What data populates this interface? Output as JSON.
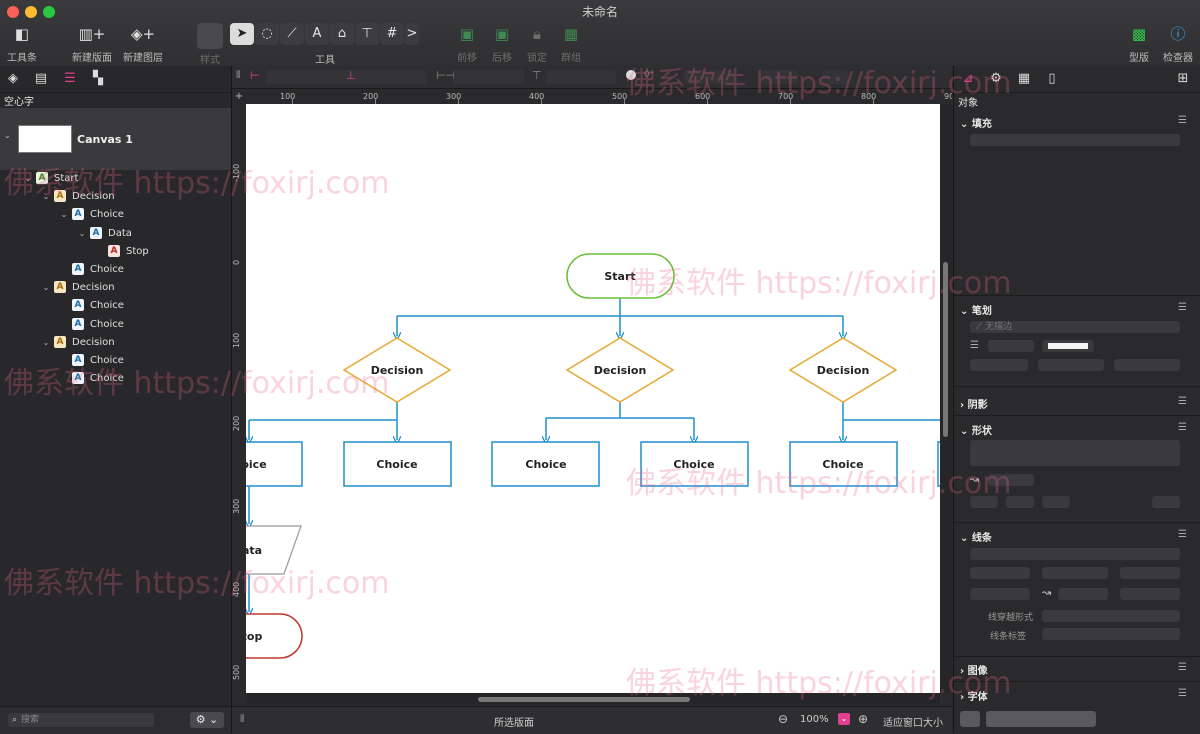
{
  "window": {
    "title": "未命名"
  },
  "toolbar": {
    "items": [
      {
        "label": "工具条",
        "icon": "toolbar-icon"
      },
      {
        "label": "新建版面",
        "icon": "new-canvas-icon"
      },
      {
        "label": "新建图层",
        "icon": "new-layer-icon"
      },
      {
        "label": "样式",
        "icon": "style-icon"
      },
      {
        "label": "工具",
        "icon": "tools-icon"
      },
      {
        "label": "前移",
        "icon": "bring-forward-icon"
      },
      {
        "label": "后移",
        "icon": "send-backward-icon"
      },
      {
        "label": "锁定",
        "icon": "lock-icon"
      },
      {
        "label": "群组",
        "icon": "group-icon"
      },
      {
        "label": "型版",
        "icon": "stencils-icon"
      },
      {
        "label": "检查器",
        "icon": "inspector-icon"
      }
    ],
    "tools": [
      "➤",
      "◌",
      "⟋",
      "A",
      "⌂",
      "⊤",
      "#",
      ">"
    ]
  },
  "sidebar": {
    "label": "空心字",
    "canvas": "Canvas 1",
    "tree": [
      {
        "label": "Start",
        "kind": "start",
        "depth": 1,
        "disclosure": "open"
      },
      {
        "label": "Decision",
        "kind": "dec",
        "depth": 2,
        "disclosure": "open"
      },
      {
        "label": "Choice",
        "kind": "box",
        "depth": 3,
        "disclosure": "open"
      },
      {
        "label": "Data",
        "kind": "box",
        "depth": 4,
        "disclosure": "open"
      },
      {
        "label": "Stop",
        "kind": "stop",
        "depth": 5,
        "disclosure": ""
      },
      {
        "label": "Choice",
        "kind": "box",
        "depth": 3,
        "disclosure": ""
      },
      {
        "label": "Decision",
        "kind": "dec",
        "depth": 2,
        "disclosure": "open"
      },
      {
        "label": "Choice",
        "kind": "box",
        "depth": 3,
        "disclosure": ""
      },
      {
        "label": "Choice",
        "kind": "box",
        "depth": 3,
        "disclosure": ""
      },
      {
        "label": "Decision",
        "kind": "dec",
        "depth": 2,
        "disclosure": "open"
      },
      {
        "label": "Choice",
        "kind": "box",
        "depth": 3,
        "disclosure": ""
      },
      {
        "label": "Choice",
        "kind": "box",
        "depth": 3,
        "disclosure": ""
      }
    ],
    "search_placeholder": "搜索"
  },
  "ruler": {
    "h_ticks": [
      "100",
      "200",
      "300",
      "400",
      "500",
      "600",
      "700",
      "800",
      "90"
    ],
    "v_ticks": [
      "-100",
      "0",
      "100",
      "200",
      "300",
      "400",
      "500"
    ],
    "rotation": "0°"
  },
  "diagram": {
    "start": "Start",
    "decisions": [
      "Decision",
      "Decision",
      "Decision"
    ],
    "choices": [
      "oice",
      "Choice",
      "Choice",
      "Choice",
      "Choice"
    ],
    "data": "ata",
    "stop": "top",
    "colors": {
      "connector": "#1f8fcf",
      "start": "#6cbf3a",
      "decision": "#e8a832",
      "stop": "#c0392b",
      "box": "#1f8fcf"
    }
  },
  "status": {
    "selection": "所选版面",
    "zoom": "100%",
    "fit": "适应窗口大小"
  },
  "inspector": {
    "title": "对象",
    "sections": [
      "填充",
      "笔划",
      "阴影",
      "形状",
      "线条",
      "图像",
      "字体"
    ],
    "stroke_none": "无描边",
    "line_labels": [
      "线穿越形式",
      "线条标签"
    ]
  },
  "watermark": "佛系软件 https://foxirj.com"
}
